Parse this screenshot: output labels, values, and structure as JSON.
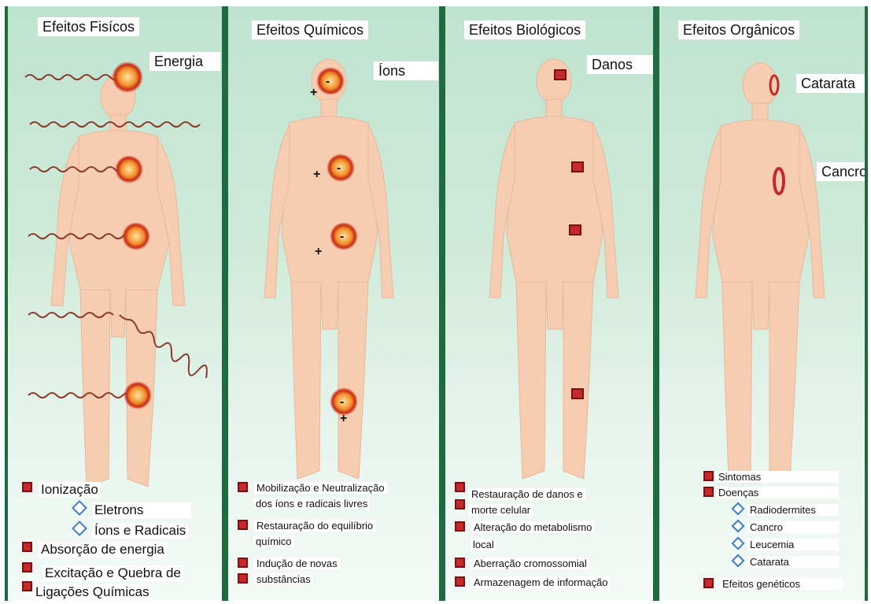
{
  "panels": [
    {
      "title": "Efeitos Fisícos",
      "tag": "Energia",
      "items": [
        "Ionização",
        "Eletrons",
        "Íons e Radicais",
        "Absorção de energia",
        "Excitação e Quebra de",
        "Ligações Químicas"
      ]
    },
    {
      "title": "Efeitos Químicos",
      "tag": "Íons",
      "items": [
        "Mobilização e Neutralização",
        "dos íons e radicais livres",
        "Restauração do equilíbrio",
        "químico",
        "Indução de novas",
        "substâncias"
      ]
    },
    {
      "title": "Efeitos Biológicos",
      "tag": "Danos",
      "items": [
        "Restauração de danos e",
        "morte celular",
        "Alteração do metabolismo",
        "local",
        "Aberração cromossomial",
        "Armazenagem de informação"
      ]
    },
    {
      "title": "Efeitos Orgânicos",
      "tags": [
        "Catarata",
        "Cancro"
      ],
      "items": [
        "Sintomas",
        "Doenças",
        "Radiodermites",
        "Cancro",
        "Leucemia",
        "Catarata",
        "Efeitos genéticos"
      ]
    }
  ],
  "colors": {
    "border": "#1d6b3f",
    "body": "#f6cdb0",
    "marker": "#c42a2a",
    "bullet_diamond": "#3e7bbf"
  }
}
